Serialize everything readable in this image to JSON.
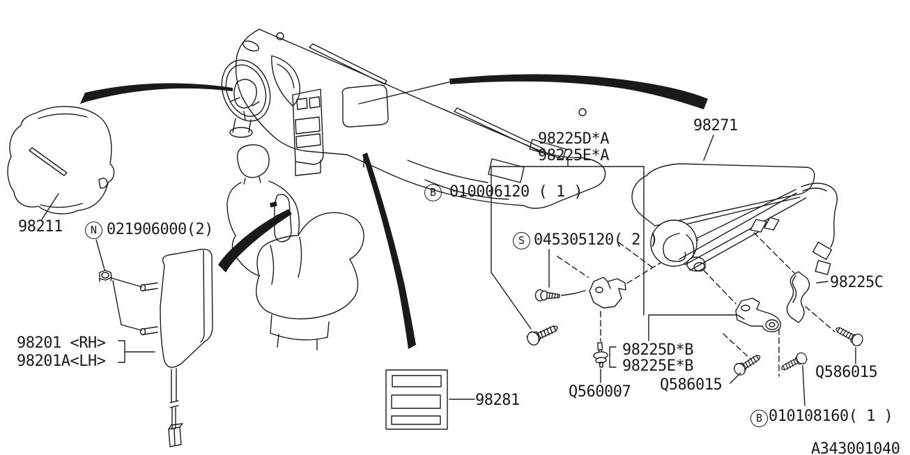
{
  "diagram": {
    "background": "#ffffff",
    "ink": "#1a1a1a",
    "drawing_code": "A343001040"
  },
  "labels": {
    "driver_airbag_module": "98211",
    "nut_symbol": "N",
    "nut_number": "021906000(2)",
    "side_module_rh": "98201 <RH>",
    "side_module_lh": "98201A<LH>",
    "label_plate": "98281",
    "passenger_airbag_module": "98271",
    "bracket_a_line1": "98225D*A",
    "bracket_a_line2": "98225E*A",
    "bolt1_symbol": "B",
    "bolt1_number": "010006120 ( 1 )",
    "screw1_symbol": "S",
    "screw1_number": "045305120( 2 )",
    "bracket_c": "98225C",
    "bracket_b_line1": "98225D*B",
    "bracket_b_line2": "98225E*B",
    "clip": "Q560007",
    "screw_q_left": "Q586015",
    "screw_q_right": "Q586015",
    "bolt2_symbol": "B",
    "bolt2_number": "010108160( 1 )",
    "drawing_code": "A343001040"
  }
}
